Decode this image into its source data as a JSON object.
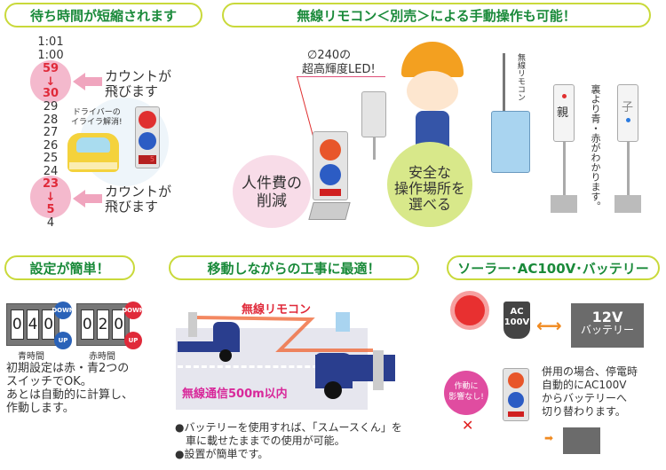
{
  "sections": {
    "wait": {
      "title": "待ち時間が短縮されます",
      "counts": [
        "1:01",
        "1:00",
        "59",
        "↓",
        "30",
        "29",
        "28",
        "27",
        "26",
        "25",
        "24",
        "23",
        "↓",
        "5",
        "4"
      ],
      "skip_label_1": "カウントが",
      "skip_label_2": "飛びます",
      "driver_1": "ドライバーの",
      "driver_2": "イライラ解消!",
      "display": "5"
    },
    "remote": {
      "title": "無線リモコン＜別売＞による手動操作も可能！",
      "led_1": "∅240の",
      "led_2": "超高輝度LED!",
      "cost_1": "人件費の",
      "cost_2": "削減",
      "safe_1": "安全な",
      "safe_2": "操作場所を",
      "safe_3": "選べる",
      "remote_label": "無線リモコン",
      "parent": "親",
      "child": "子",
      "back_note": "裏より青・赤がわかります。"
    },
    "setting": {
      "title": "設定が簡単！",
      "blue_digits": [
        "0",
        "4",
        "0"
      ],
      "red_digits": [
        "0",
        "2",
        "0"
      ],
      "down": "DOWN",
      "up": "UP",
      "blue_label": "青時間",
      "red_label": "赤時間",
      "desc": [
        "初期設定は赤・青2つの",
        "スイッチでOK。",
        "あとは自動的に計算し、",
        "作動します。"
      ]
    },
    "moving": {
      "title": "移動しながらの工事に最適！",
      "remote_label": "無線リモコン",
      "range": "無線通信500m以内",
      "bullets": [
        "●バッテリーを使用すれば、「スムースくん」を",
        "　車に載せたままでの使用が可能。",
        "●設置が簡単です。"
      ]
    },
    "power": {
      "title": "ソーラー･AC100V･バッテリー",
      "ac_1": "AC",
      "ac_2": "100V",
      "battery_1": "12V",
      "battery_2": "バッテリー",
      "burst_1": "作動に",
      "burst_2": "影響なし!",
      "desc": [
        "併用の場合、停電時",
        "自動的にAC100V",
        "からバッテリーへ",
        "切り替わります。"
      ]
    }
  },
  "colors": {
    "green": "#1a8a3a",
    "pill_border": "#c9d93a",
    "pink": "#f4b9cd",
    "red": "#e02a3a",
    "blue": "#2a4a9a"
  }
}
